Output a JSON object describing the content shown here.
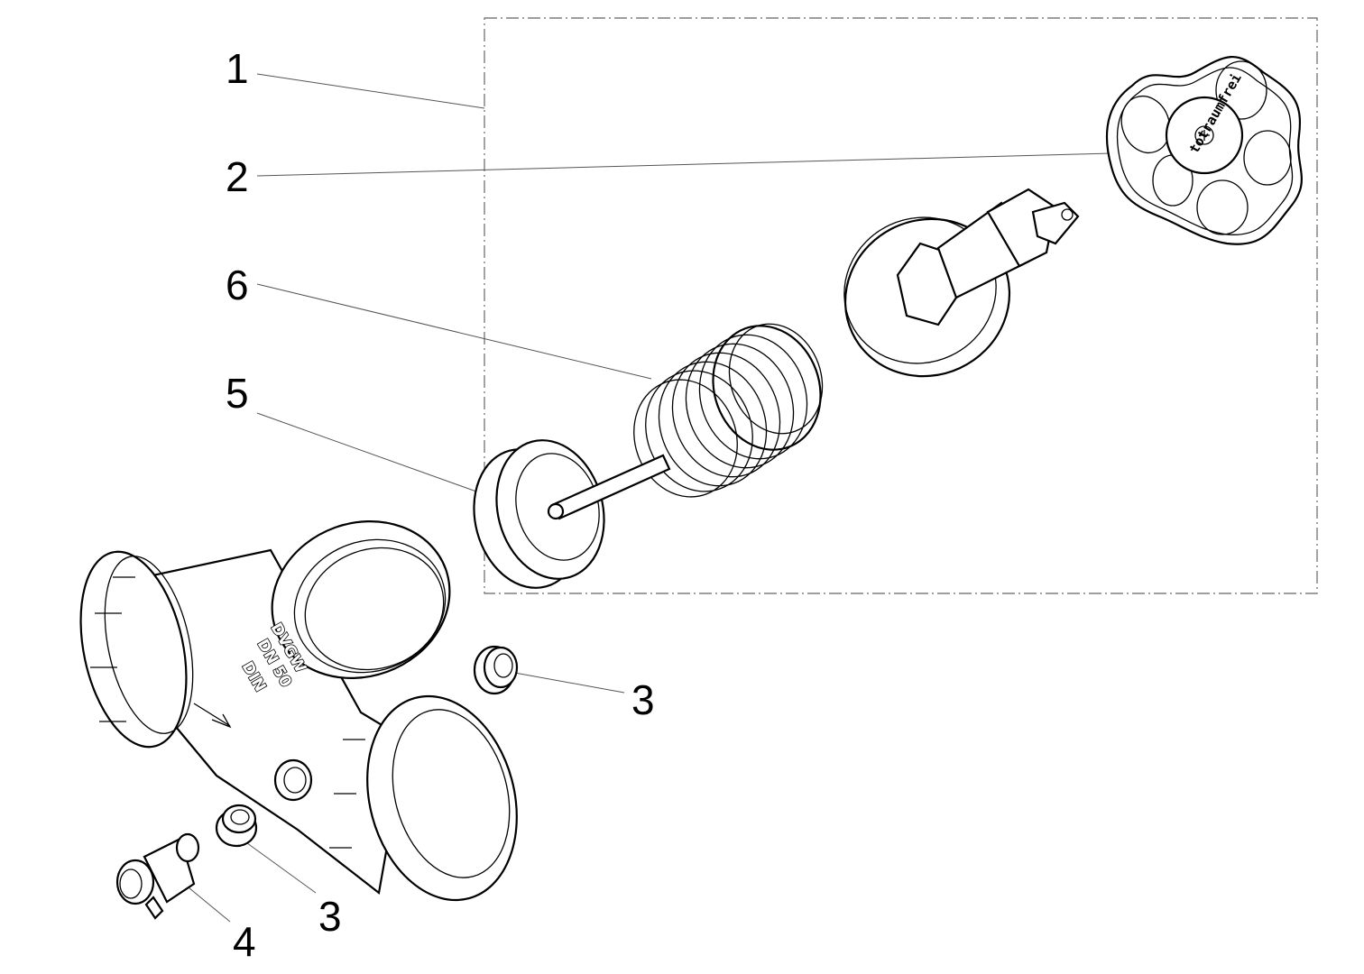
{
  "diagram": {
    "type": "exploded-view parts drawing",
    "callouts": [
      {
        "id": "c1",
        "label": "1",
        "part": "assembly-group"
      },
      {
        "id": "c2",
        "label": "2",
        "part": "handwheel"
      },
      {
        "id": "c6",
        "label": "6",
        "part": "spring"
      },
      {
        "id": "c5",
        "label": "5",
        "part": "valve-disc"
      },
      {
        "id": "c3a",
        "label": "3",
        "part": "plug-right"
      },
      {
        "id": "c3b",
        "label": "3",
        "part": "plug-bottom"
      },
      {
        "id": "c4",
        "label": "4",
        "part": "drain-valve"
      }
    ],
    "body_markings": [
      "DVGW",
      "DN 50",
      "DIN"
    ],
    "handwheel_text": "totraumfrei"
  }
}
